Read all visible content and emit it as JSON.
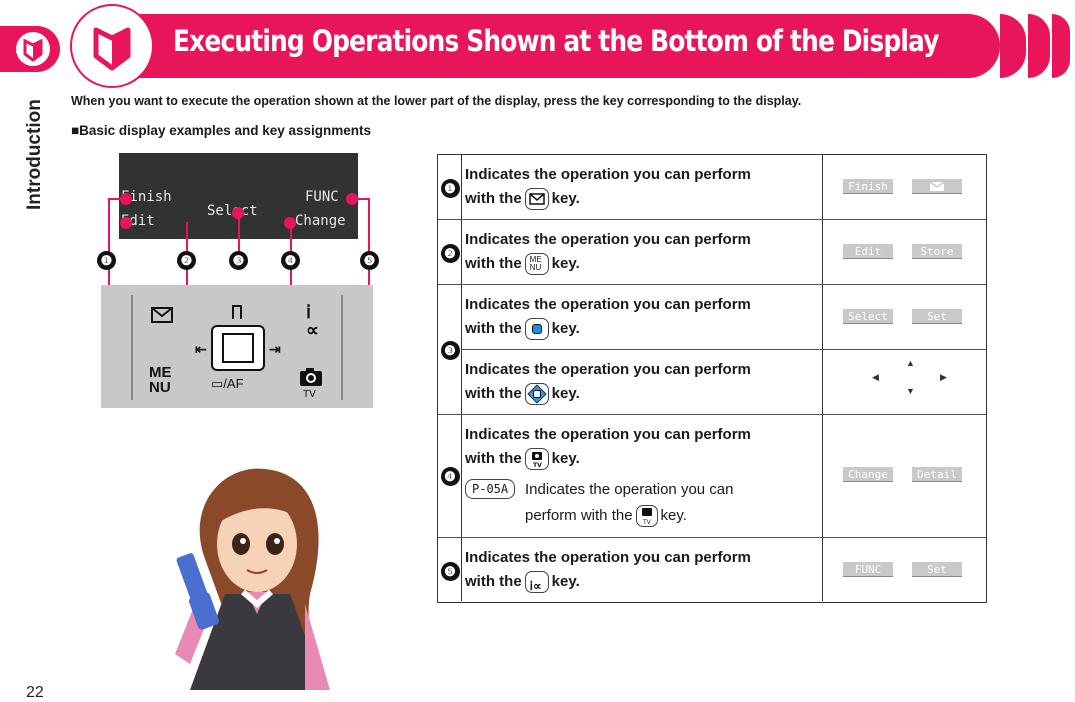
{
  "sidebar": {
    "label": "Introduction",
    "page_number": "22"
  },
  "header": {
    "title": "Executing Operations Shown at the Bottom of the Display"
  },
  "intro": "When you want to execute the operation shown at the lower part of the display, press the key corresponding to the display.",
  "subheading": "■Basic display examples and key assignments",
  "phone_screen": {
    "left_top": "Finish",
    "left_bottom": "Edit",
    "center": "Select",
    "right_top": "FUNC",
    "right_bottom": "Change",
    "callouts": [
      "❶",
      "❷",
      "❸",
      "❹",
      "❺"
    ],
    "keypad_labels": {
      "menu": "ME NU",
      "center": "/AF",
      "tv": "TV"
    }
  },
  "table": {
    "rows": [
      {
        "num": "❶",
        "line1": "Indicates the operation you can perform",
        "line2_pre": "with the",
        "line2_post": "key.",
        "key_icon": "mail-key-icon",
        "examples": [
          "Finish",
          "mail-icon"
        ]
      },
      {
        "num": "❷",
        "line1": "Indicates the operation you can perform",
        "line2_pre": "with the",
        "line2_post": "key.",
        "key_icon": "menu-key-icon",
        "examples": [
          "Edit",
          "Store"
        ]
      },
      {
        "num": "❸",
        "line1": "Indicates the operation you can perform",
        "line2_pre": "with the",
        "line2_post": "key.",
        "key_icon": "center-key-icon",
        "examples": [
          "Select",
          "Set"
        ]
      },
      {
        "num": "",
        "line1": "Indicates the operation you can perform",
        "line2_pre": "with the",
        "line2_post": "key.",
        "key_icon": "direction-key-icon",
        "examples": []
      },
      {
        "num": "❹",
        "line1": "Indicates the operation you can perform",
        "line2_pre": "with the",
        "line2_post": "key.",
        "key_icon": "camera-tv-key-icon",
        "model_tag": "P-05A",
        "sub1": "Indicates the operation you can",
        "sub2_pre": "perform with the",
        "sub2_post": "key.",
        "examples": [
          "Change",
          "Detail"
        ]
      },
      {
        "num": "❺",
        "line1": "Indicates the operation you can perform",
        "line2_pre": "with the",
        "line2_post": "key.",
        "key_icon": "imode-key-icon",
        "examples": [
          "FUNC",
          "Set"
        ]
      }
    ]
  },
  "colors": {
    "accent": "#e8155a",
    "screen": "#303234",
    "keypad": "#c8c8c8"
  }
}
